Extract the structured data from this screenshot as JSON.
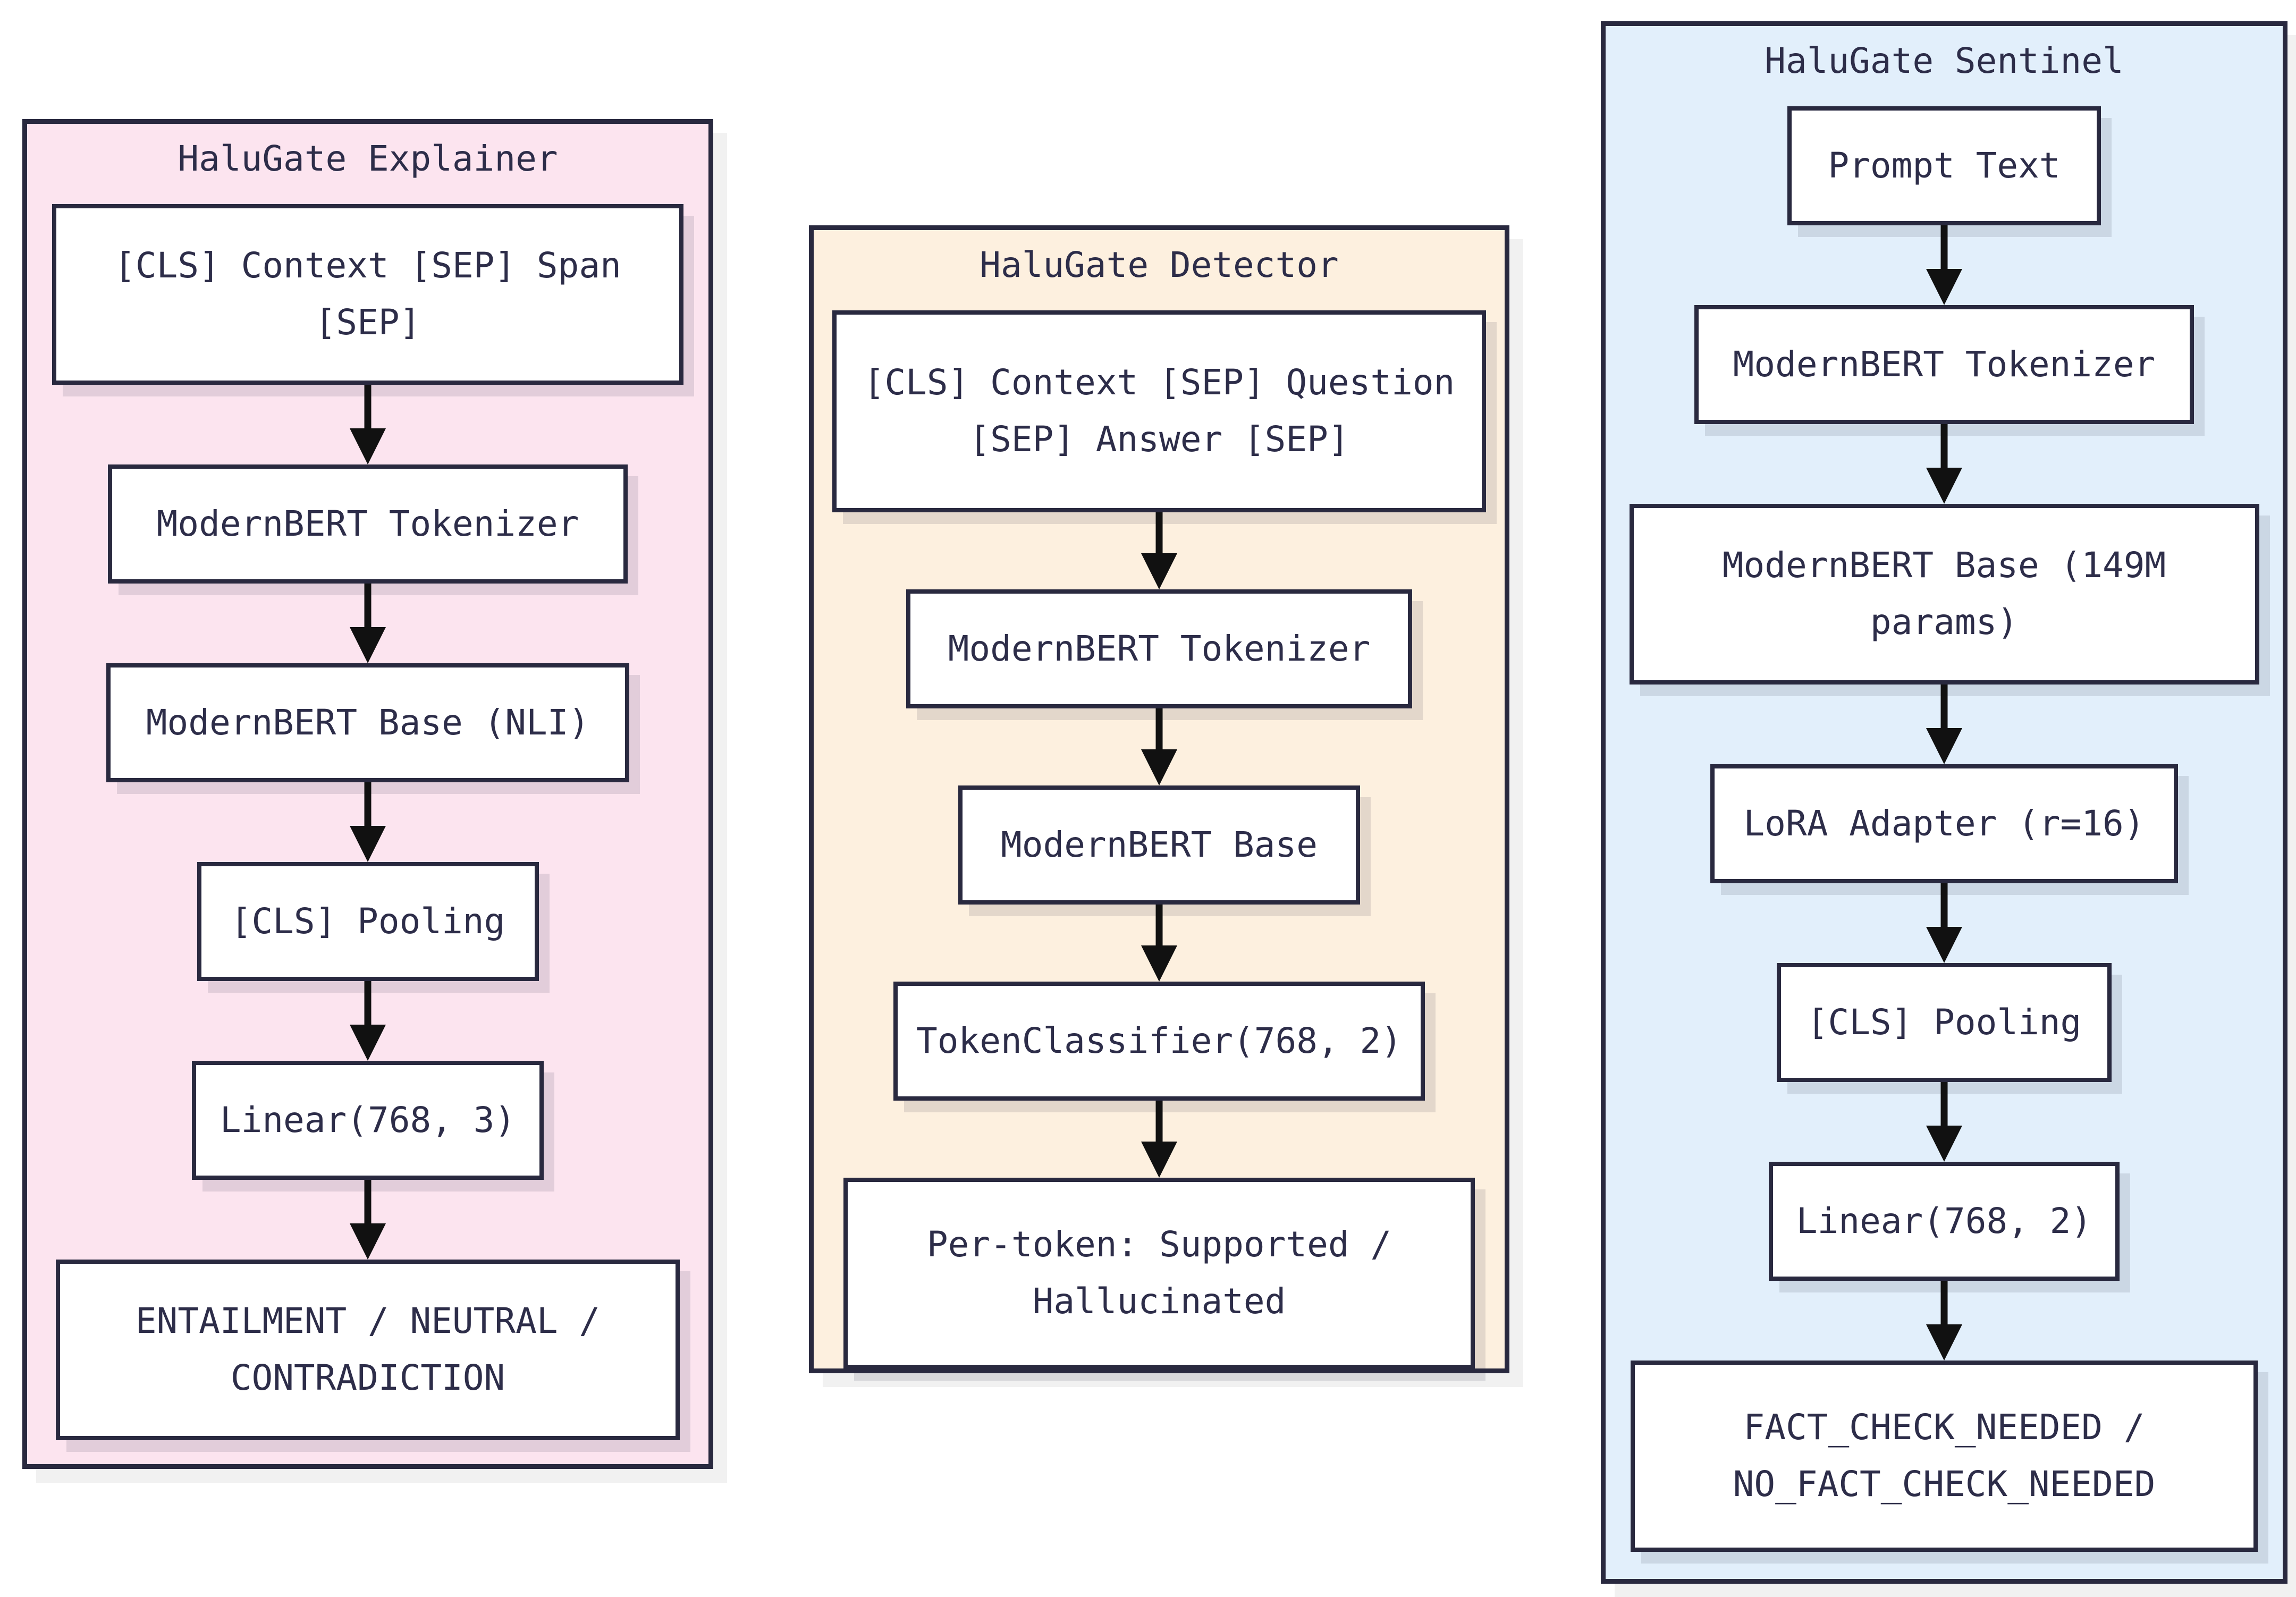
{
  "diagram": {
    "columns": [
      {
        "title": "HaluGate Explainer",
        "nodes": [
          "[CLS] Context [SEP] Span [SEP]",
          "ModernBERT Tokenizer",
          "ModernBERT Base (NLI)",
          "[CLS] Pooling",
          "Linear(768, 3)",
          "ENTAILMENT / NEUTRAL / CONTRADICTION"
        ]
      },
      {
        "title": "HaluGate Detector",
        "nodes": [
          "[CLS] Context [SEP] Question [SEP] Answer [SEP]",
          "ModernBERT Tokenizer",
          "ModernBERT Base",
          "TokenClassifier(768, 2)",
          "Per-token: Supported / Hallucinated"
        ]
      },
      {
        "title": "HaluGate Sentinel",
        "nodes": [
          "Prompt Text",
          "ModernBERT Tokenizer",
          "ModernBERT Base (149M params)",
          "LoRA Adapter (r=16)",
          "[CLS] Pooling",
          "Linear(768, 2)",
          "FACT_CHECK_NEEDED / NO_FACT_CHECK_NEEDED"
        ]
      }
    ],
    "colors": {
      "explainer_bg": "#fce4ef",
      "detector_bg": "#fdf0df",
      "sentinel_bg": "#e2effb",
      "border": "#29293f",
      "text": "#2d2d49",
      "arrow": "#111111",
      "node_bg": "#ffffff"
    }
  }
}
